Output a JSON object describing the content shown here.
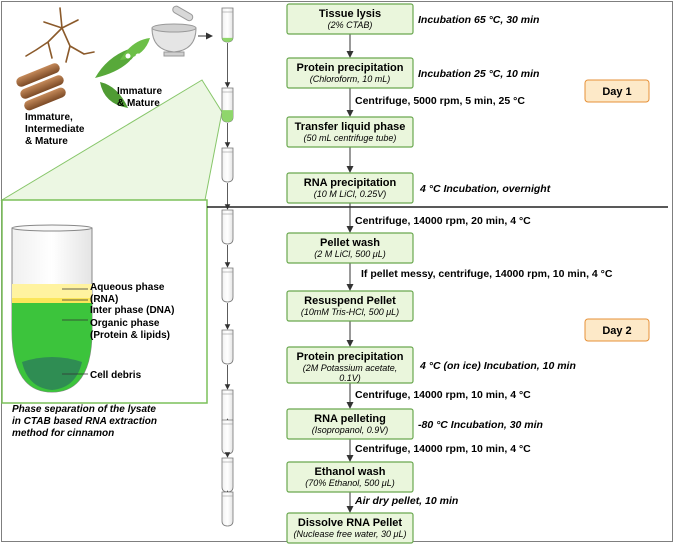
{
  "colors": {
    "step_fill": "#eaf6dc",
    "step_stroke": "#6aa84f",
    "day_fill": "#fde9c8",
    "day_stroke": "#e69138",
    "liquid_green": "#8fd66b",
    "organic_green": "#3cc43c",
    "aqueous_yellow": "#fff3a0"
  },
  "sample_labels": {
    "bark": [
      "Immature,",
      "Intermediate",
      "& Mature"
    ],
    "leaves": [
      "Immature",
      "& Mature"
    ]
  },
  "steps": [
    {
      "title": "Tissue lysis",
      "sub": [
        "(2% CTAB)"
      ]
    },
    {
      "title": "Protein precipitation",
      "sub": [
        "(Chloroform, 10 mL)"
      ]
    },
    {
      "title": "Transfer liquid phase",
      "sub": [
        "(50 mL centrifuge tube)"
      ]
    },
    {
      "title": "RNA precipitation",
      "sub": [
        "(10 M LiCl, 0.25V)"
      ]
    },
    {
      "title": "Pellet wash",
      "sub": [
        "(2 M LiCl, 500 μL)"
      ]
    },
    {
      "title": "Resuspend Pellet",
      "sub": [
        "(10mM Tris-HCl, 500 μL)"
      ]
    },
    {
      "title": "Protein precipitation",
      "sub": [
        "(2M Potassium acetate,",
        "0.1V)"
      ]
    },
    {
      "title": "RNA pelleting",
      "sub": [
        "(Isopropanol, 0.9V)"
      ]
    },
    {
      "title": "Ethanol wash",
      "sub": [
        "(70% Ethanol, 500 μL)"
      ]
    },
    {
      "title": "Dissolve RNA Pellet",
      "sub": [
        "(Nuclease free water, 30 μL)"
      ]
    }
  ],
  "side_notes": [
    "Incubation 65 °C, 30 min",
    "Incubation 25 °C, 10 min",
    "4 °C Incubation, overnight",
    "4 °C (on ice) Incubation, 10 min",
    "-80 °C Incubation, 30 min"
  ],
  "arrow_notes": [
    "Centrifuge, 5000 rpm, 5 min, 25 °C",
    "Centrifuge, 14000 rpm, 20 min, 4 °C",
    "If pellet messy, centrifuge, 14000 rpm, 10 min, 4 °C",
    "Centrifuge, 14000 rpm, 10 min, 4 °C",
    "Centrifuge, 14000 rpm, 10 min, 4 °C"
  ],
  "air_dry_note": "Air dry pellet, 10 min",
  "days": [
    "Day 1",
    "Day 2"
  ],
  "phase_labels": [
    "Aqueous phase",
    "(RNA)",
    "Inter phase (DNA)",
    "Organic phase",
    "(Protein & lipids)",
    "Cell debris"
  ],
  "caption": [
    "Phase separation of the lysate",
    "in CTAB based RNA extraction",
    "method for cinnamon"
  ]
}
